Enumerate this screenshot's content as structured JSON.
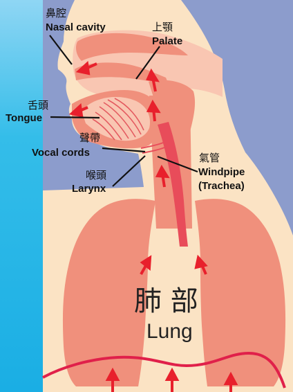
{
  "colors": {
    "background_left": "#26b6e8",
    "panel": "#fbe3c4",
    "body_blue": "#8c9ccc",
    "tissue": "#f0907c",
    "light_tissue": "#f9c6b2",
    "windpipe": "#e84c5a",
    "arrow": "#e8202c",
    "leader_line": "#111111",
    "diaphragm": "#e0204a"
  },
  "labels": {
    "nasal_cavity_zh": "鼻腔",
    "nasal_cavity_en": "Nasal cavity",
    "palate_zh": "上顎",
    "palate_en": "Palate",
    "tongue_zh": "舌頭",
    "tongue_en": "Tongue",
    "vocal_cords_zh": "聲帶",
    "vocal_cords_en": "Vocal cords",
    "larynx_zh": "喉頭",
    "larynx_en": "Larynx",
    "windpipe_zh": "氣管",
    "windpipe_en": "Windpipe",
    "trachea_en": "(Trachea)",
    "lung_zh": "肺 部",
    "lung_en": "Lung"
  }
}
